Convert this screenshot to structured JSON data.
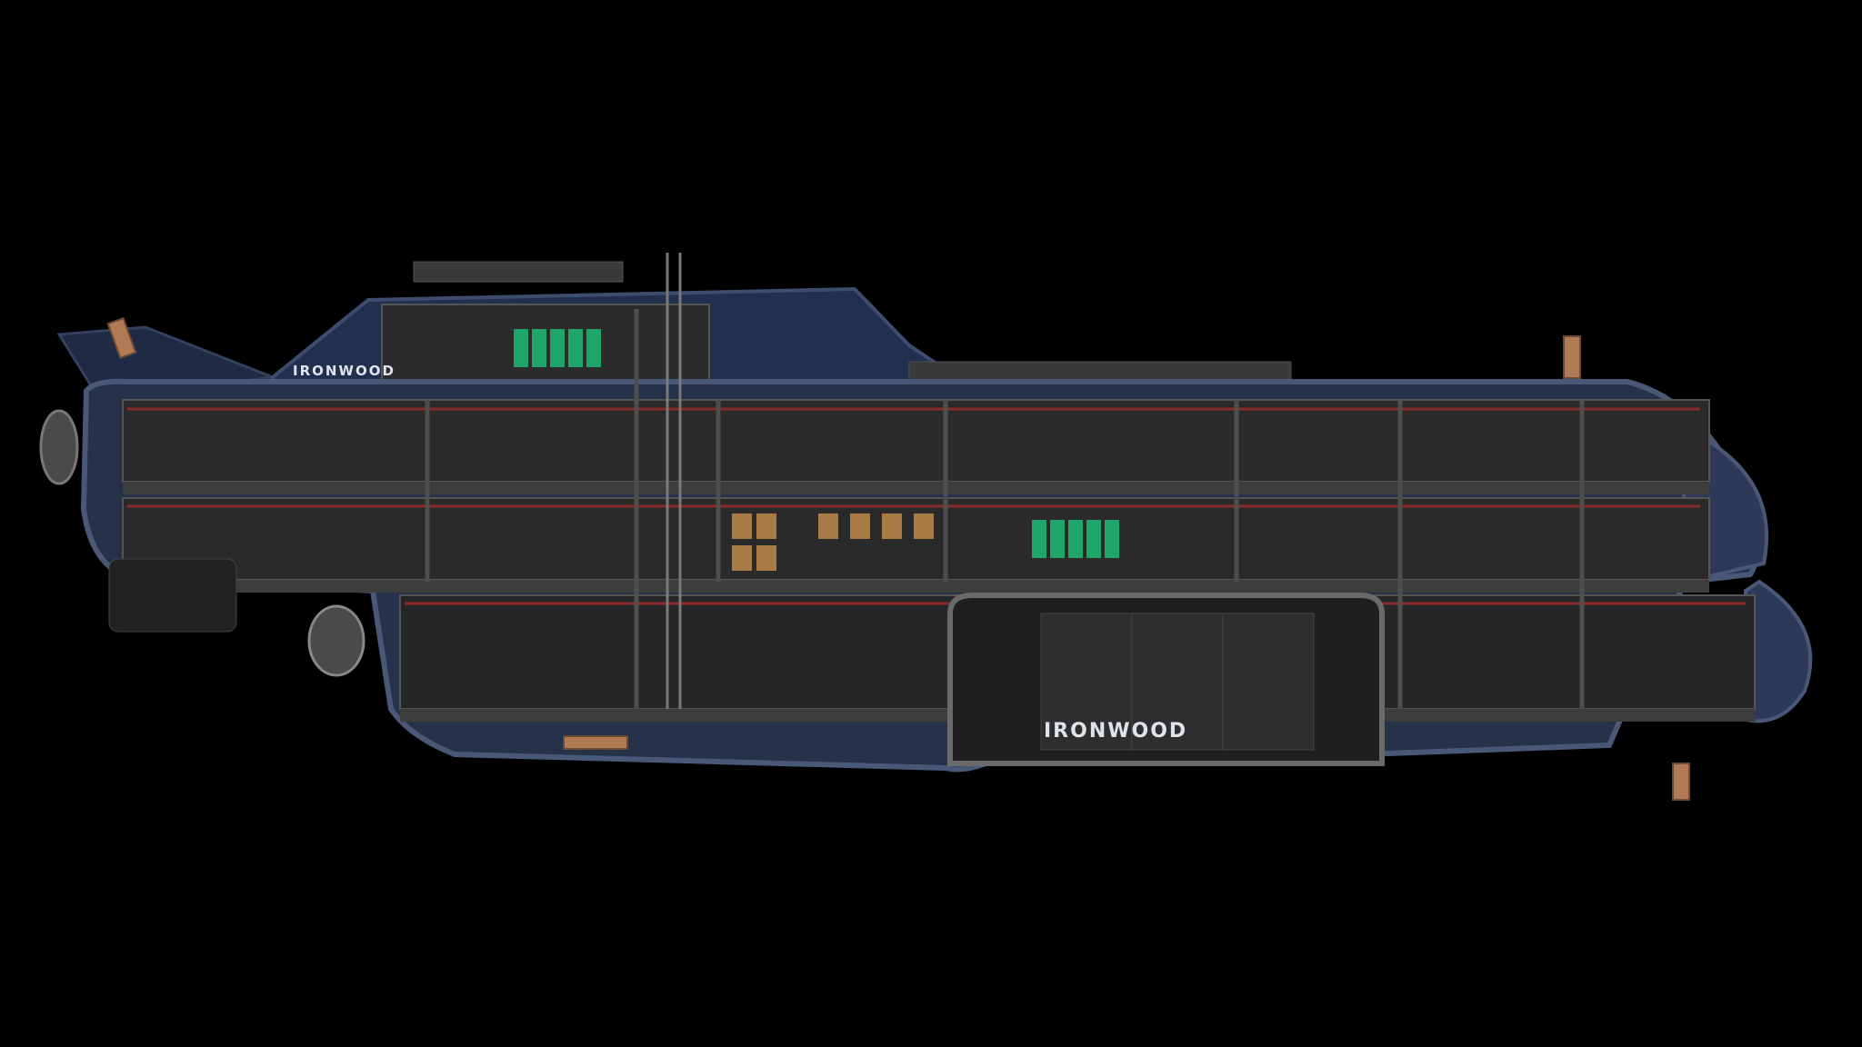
{
  "scene": {
    "background_color": "#000000",
    "subject": "submarine cross-section",
    "hull_color": "#2a3448",
    "hull_edge_color": "#4a5877",
    "interior_color": "#2b2b2b",
    "deck_color": "#3a3a3a",
    "pipe_red_color": "#8a2a2a",
    "reactor_green_color": "#1fa56a"
  },
  "submarine": {
    "tail_name": "IRONWOOD",
    "hull_name": "IRONWOOD",
    "tail_fin_status": "visible",
    "weapon_mounts": 4
  }
}
